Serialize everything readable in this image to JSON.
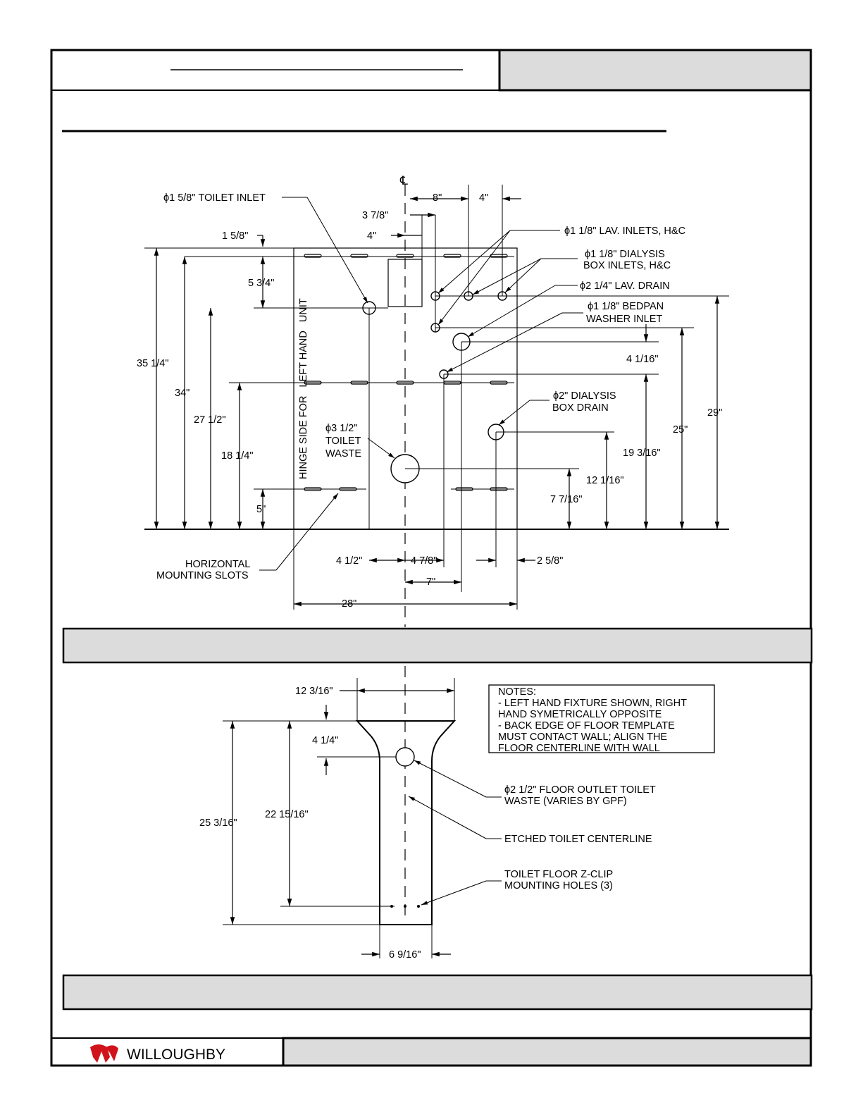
{
  "brand": {
    "name": "WILLOUGHBY",
    "logo_color": "#d0121b"
  },
  "centerline_symbol": "℄",
  "upper": {
    "side_label": "HINGE SIDE FOR   LEFT HAND   UNIT",
    "callouts": {
      "toilet_inlet": "ϕ1 5/8\" TOILET INLET",
      "lav_inlets": "ϕ1 1/8\" LAV. INLETS, H&C",
      "dialysis_inlets_1": "ϕ1 1/8\" DIALYSIS",
      "dialysis_inlets_2": "BOX INLETS, H&C",
      "lav_drain": "ϕ2 1/4\" LAV. DRAIN",
      "bedpan_1": "ϕ1 1/8\" BEDPAN",
      "bedpan_2": "WASHER INLET",
      "dialysis_drain_1": "ϕ2\" DIALYSIS",
      "dialysis_drain_2": "BOX DRAIN",
      "toilet_waste_1": "ϕ3 1/2\"",
      "toilet_waste_2": "TOILET",
      "toilet_waste_3": "WASTE",
      "slots_1": "HORIZONTAL",
      "slots_2": "MOUNTING SLOTS"
    },
    "dims": {
      "d_8": "8\"",
      "d_4_top": "4\"",
      "d_3_7_8": "3 7/8\"",
      "d_4_mid": "4\"",
      "d_1_5_8": "1 5/8\"",
      "d_5_3_4": "5 3/4\"",
      "d_35_1_4": "35 1/4\"",
      "d_34": "34\"",
      "d_27_1_2": "27 1/2\"",
      "d_18_1_4": "18 1/4\"",
      "d_5": "5\"",
      "d_4_1_16": "4 1/16\"",
      "d_29": "29\"",
      "d_25": "25\"",
      "d_19_3_16": "19 3/16\"",
      "d_12_1_16": "12 1/16\"",
      "d_7_7_16": "7 7/16\"",
      "d_4_1_2": "4 1/2\"",
      "d_4_7_8": "4 7/8\"",
      "d_2_5_8": "2 5/8\"",
      "d_7": "7\"",
      "d_28": "28\""
    }
  },
  "lower": {
    "dims": {
      "d_12_3_16": "12 3/16\"",
      "d_4_1_4": "4 1/4\"",
      "d_25_3_16": "25 3/16\"",
      "d_22_15_16": "22 15/16\"",
      "d_6_9_16": "6 9/16\""
    },
    "callouts": {
      "floor_outlet_1": "ϕ2 1/2\" FLOOR OUTLET TOILET",
      "floor_outlet_2": "WASTE (VARIES BY GPF)",
      "etched": "ETCHED TOILET CENTERLINE",
      "zclip_1": "TOILET FLOOR Z-CLIP",
      "zclip_2": "MOUNTING HOLES (3)"
    },
    "notes": [
      "NOTES:",
      "- LEFT HAND FIXTURE SHOWN, RIGHT",
      "HAND SYMETRICALLY OPPOSITE",
      "- BACK EDGE OF FLOOR TEMPLATE",
      "MUST CONTACT WALL; ALIGN THE",
      "FLOOR CENTERLINE WITH WALL"
    ]
  }
}
